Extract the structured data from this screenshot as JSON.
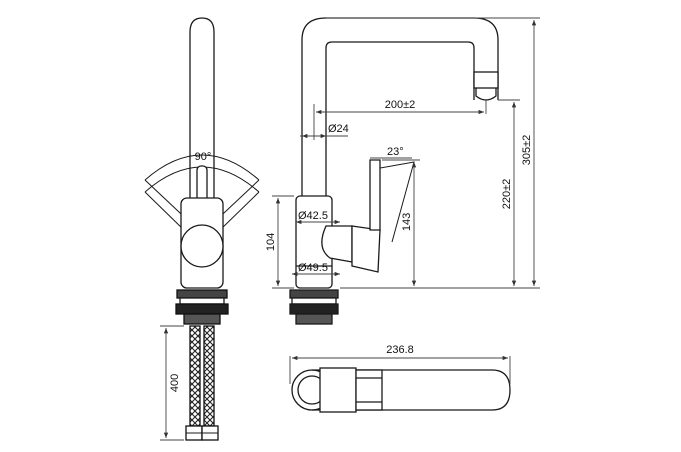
{
  "dimensions": {
    "angle_handle_swing": "90°",
    "spout_reach": "200±2",
    "spout_tube_diameter": "Ø24",
    "handle_tilt": "23°",
    "body_diameter_upper": "Ø42.5",
    "body_diameter_base": "Ø49.5",
    "body_height": "104",
    "handle_top_height": "143",
    "spout_outlet_height": "220±2",
    "total_height": "305±2",
    "hose_length": "400",
    "top_view_length": "236.8"
  },
  "colors": {
    "line": "#1a1a1a",
    "dim": "#444444",
    "background": "#ffffff"
  }
}
